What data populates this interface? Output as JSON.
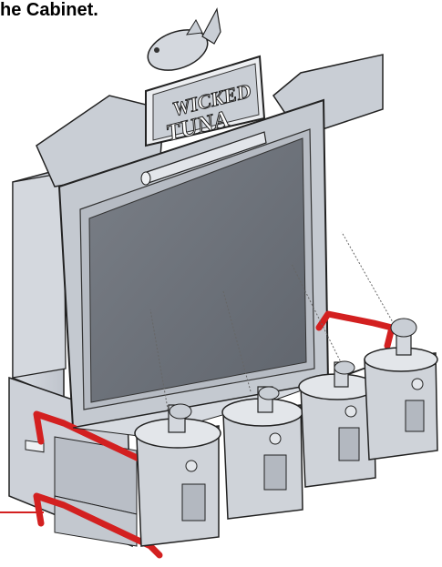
{
  "caption": "he Cabinet.",
  "logo": {
    "line1": "WICKED",
    "line2": "TUNA"
  },
  "colors": {
    "annotation": "#d32020",
    "outline": "#222222",
    "panel": "#c7ccd4",
    "panel_light": "#dde1e7",
    "screen": "#6f747c"
  },
  "stations": [
    "station-1",
    "station-2",
    "station-3",
    "station-4"
  ]
}
